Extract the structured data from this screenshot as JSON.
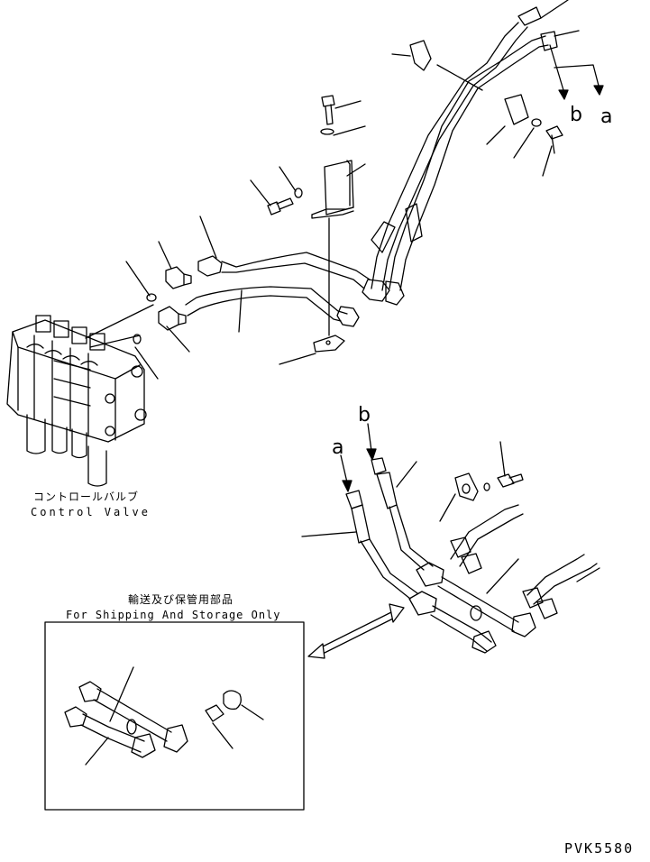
{
  "labels": {
    "control_valve_jp": "コントロールバルブ",
    "control_valve_en": "Control Valve",
    "shipping_jp": "輸送及び保管用部品",
    "shipping_en": "For Shipping And Storage Only",
    "connector_b_top": "b",
    "connector_a_top": "a",
    "connector_b_bottom": "b",
    "connector_a_bottom": "a",
    "drawing_code": "PVK5580"
  }
}
